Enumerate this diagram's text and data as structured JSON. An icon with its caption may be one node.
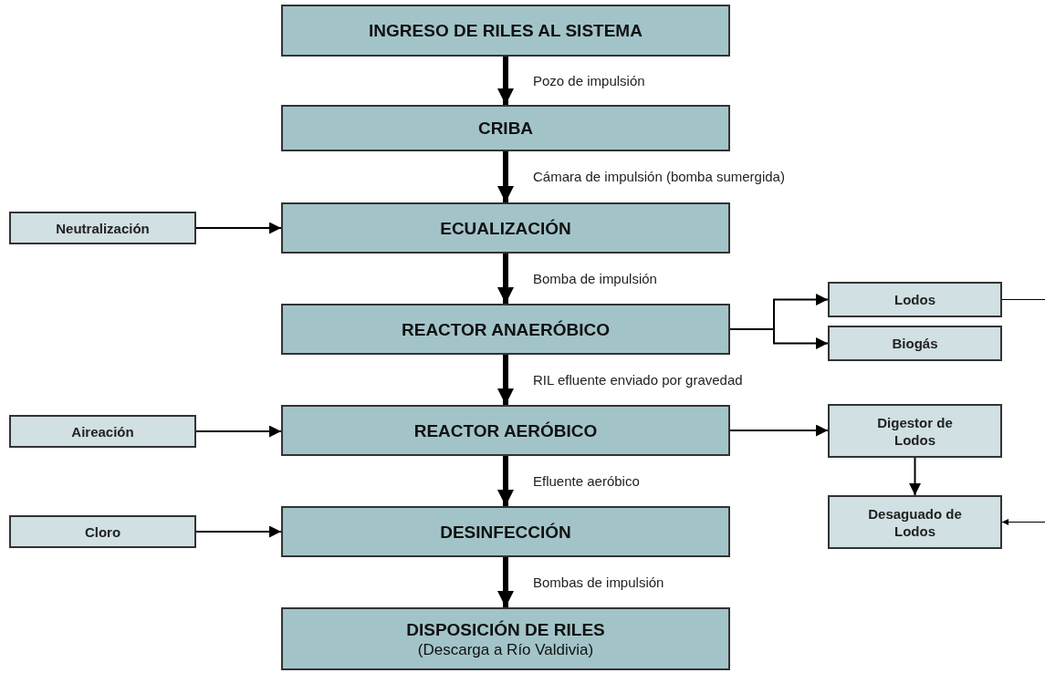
{
  "diagram": {
    "nodes": [
      {
        "text": [
          "INGRESO DE RILES AL SISTEMA"
        ]
      },
      {
        "text": [
          "CRIBA"
        ]
      },
      {
        "text": [
          "ECUALIZACIÓN"
        ]
      },
      {
        "text": [
          "REACTOR ANAERÓBICO"
        ]
      },
      {
        "text": [
          "REACTOR AERÓBICO"
        ]
      },
      {
        "text": [
          "DESINFECCIÓN"
        ]
      },
      {
        "text": [
          "DISPOSICIÓN DE RILES",
          "(Descarga a Río Valdivia)"
        ]
      },
      {
        "text": [
          "Neutralización"
        ]
      },
      {
        "text": [
          "Lodos"
        ]
      },
      {
        "text": [
          "Biogás"
        ]
      },
      {
        "text": [
          "Aireación"
        ]
      },
      {
        "text": [
          "Digestor de Lodos"
        ]
      },
      {
        "text": [
          "Cloro"
        ]
      },
      {
        "text": [
          "Desaguado de Lodos"
        ]
      }
    ],
    "edges": [
      {
        "from": 0,
        "to": 1,
        "arrow": "to",
        "label": "Pozo de impulsión",
        "style": "thick"
      },
      {
        "from": 1,
        "to": 2,
        "arrow": "to",
        "label": "Cámara de impulsión (bomba sumergida)",
        "style": "thick"
      },
      {
        "from": 7,
        "to": 2,
        "arrow": "to"
      },
      {
        "from": 2,
        "to": 3,
        "arrow": "to",
        "label": "Bomba de impulsión",
        "style": "thick"
      },
      {
        "from": 3,
        "to": 8,
        "arrow": "to"
      },
      {
        "from": 3,
        "to": 9,
        "arrow": "to"
      },
      {
        "from": 8,
        "to": null,
        "arrow": "none"
      },
      {
        "from": 3,
        "to": 4,
        "arrow": "to",
        "label": "RIL efluente enviado por gravedad",
        "style": "thick"
      },
      {
        "from": 10,
        "to": 4,
        "arrow": "to"
      },
      {
        "from": 4,
        "to": 11,
        "arrow": "to"
      },
      {
        "from": 11,
        "to": 13,
        "arrow": "to"
      },
      {
        "from": null,
        "to": 13,
        "arrow": "to"
      },
      {
        "from": 4,
        "to": 5,
        "arrow": "to",
        "label": "Efluente aeróbico",
        "style": "thick"
      },
      {
        "from": 12,
        "to": 5,
        "arrow": "to"
      },
      {
        "from": 5,
        "to": 6,
        "arrow": "to",
        "label": "Bombas de impulsión",
        "style": "thick"
      }
    ]
  }
}
